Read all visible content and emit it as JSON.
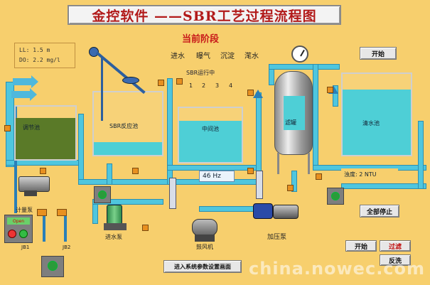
{
  "title": "金控软件 ——SBR工艺过程流程图",
  "levels": {
    "ll": "LL: 1.5 m",
    "do": "DO: 2.2 mg/l"
  },
  "stage": {
    "title": "当前阶段",
    "steps": [
      "进水",
      "曝气",
      "沉淀",
      "滗水"
    ],
    "sbr_label": "SBR运行中",
    "numbers": [
      "1",
      "2",
      "3",
      "4"
    ]
  },
  "tanks": {
    "adjust": "调节池",
    "sbr": "SBR反应池",
    "middle": "中间池",
    "filter": "滤罐",
    "clear": "清水池"
  },
  "readouts": {
    "frequency": "46  Hz",
    "turbidity": "浊度: 2    NTU"
  },
  "equipment": {
    "meter_pump": "计量泵",
    "inlet_pump": "进水泵",
    "blower": "鼓风机",
    "press_pump": "加压泵"
  },
  "controls": {
    "start_top": "开始",
    "stop_all": "全部停止",
    "start_bottom": "开始",
    "filter": "过滤",
    "backwash": "反洗",
    "settings": "进入系统参数设置画面",
    "open": "Open",
    "jb1": "JB1",
    "jb2": "JB2"
  },
  "watermark": "china.nowec.com",
  "colors": {
    "background": "#f7cf6d",
    "water": "#3fbfc8",
    "pipe": "#4fc6de",
    "title_text": "#b21a1a"
  }
}
